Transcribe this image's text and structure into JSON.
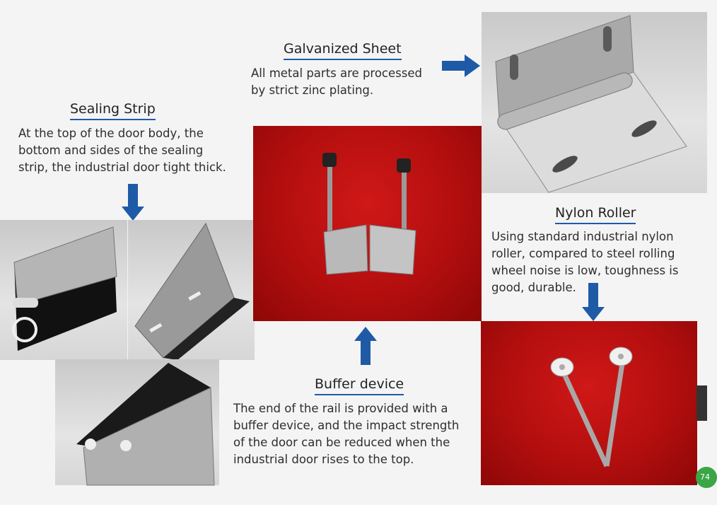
{
  "galvanized": {
    "title": "Galvanized Sheet",
    "desc_lines": [
      "All metal parts are processed",
      "by strict zinc plating."
    ]
  },
  "sealing": {
    "title": "Sealing Strip",
    "desc_lines": [
      "At the top of the door body, the",
      "bottom and sides of the sealing",
      "strip, the industrial door tight thick."
    ]
  },
  "nylon": {
    "title": "Nylon Roller",
    "desc_lines": [
      "Using standard industrial nylon",
      "roller, compared to steel rolling",
      "wheel noise is low, toughness is",
      "good, durable."
    ]
  },
  "buffer": {
    "title": "Buffer device",
    "desc_lines": [
      "The end of the rail is provided with a",
      "buffer device, and the impact strength",
      "of the door can be reduced when the",
      "industrial door rises to the top."
    ]
  },
  "badge": {
    "text": "74"
  },
  "colors": {
    "arrow": "#1f5aa6",
    "red_bg": "#b30e0e",
    "accent_underline": "#1f5aa6"
  },
  "icons": [
    "arrow-right-icon",
    "arrow-down-icon",
    "arrow-up-icon",
    "arrow-down-icon"
  ]
}
